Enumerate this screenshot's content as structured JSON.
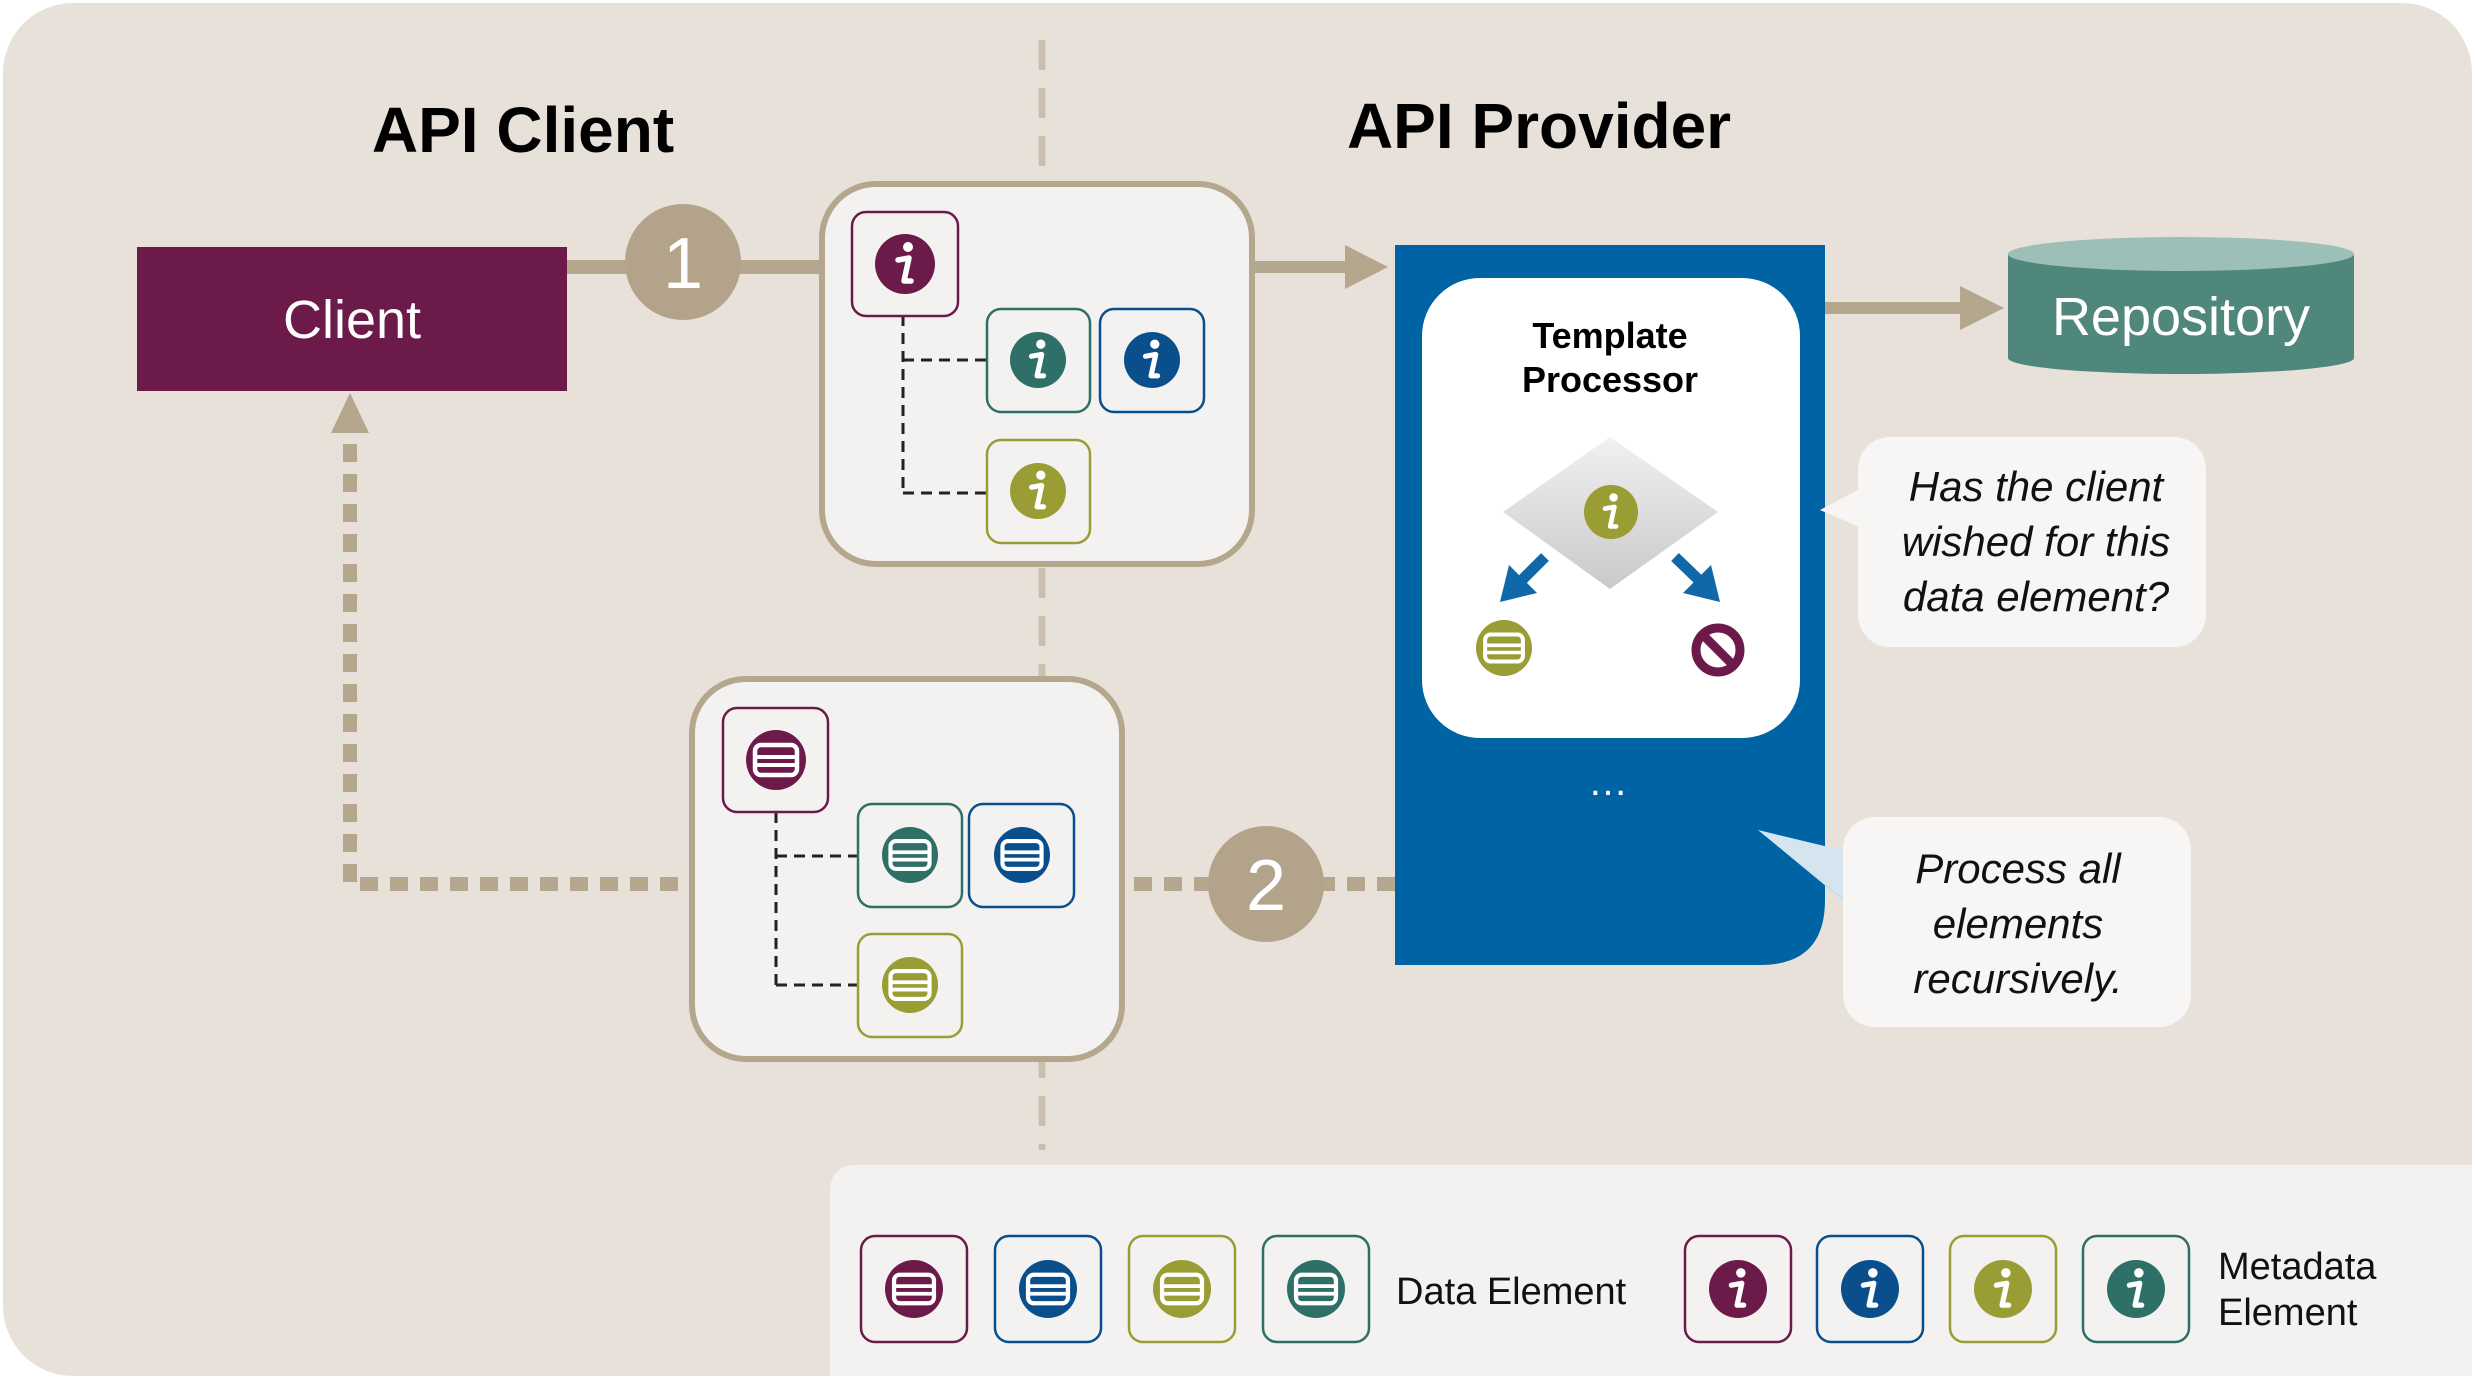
{
  "titles": {
    "client_side": "API Client",
    "provider_side": "API Provider"
  },
  "client_box": {
    "label": "Client"
  },
  "repository": {
    "label": "Repository"
  },
  "steps": {
    "request": "1",
    "response": "2"
  },
  "template_processor": {
    "title_line1": "Template",
    "title_line2": "Processor",
    "continuation": "…"
  },
  "callouts": {
    "question": [
      "Has the client",
      "wished for this",
      "data element?"
    ],
    "process": [
      "Process all",
      "elements",
      "recursively."
    ]
  },
  "legend": {
    "data_element_label": "Data Element",
    "metadata_element_label": [
      "Metadata",
      "Element"
    ]
  },
  "colors": {
    "background_panel": "#E7E1DA",
    "connector_tan": "#B5A68E",
    "step_circle": "#B4A38B",
    "client_purple": "#6C1A4A",
    "provider_blue": "#0063A3",
    "repository_teal": "#4F877C",
    "element_purple": "#6C1A4A",
    "element_blue": "#0A4F8C",
    "element_olive": "#9A9C34",
    "element_teal": "#2E6F67",
    "legend_panel": "#F3F2F1"
  },
  "icons": {
    "info": "info-icon",
    "data": "data-record-icon",
    "deny": "prohibited-icon",
    "decision": "decision-diamond-icon",
    "arrow": "arrow-icon"
  }
}
